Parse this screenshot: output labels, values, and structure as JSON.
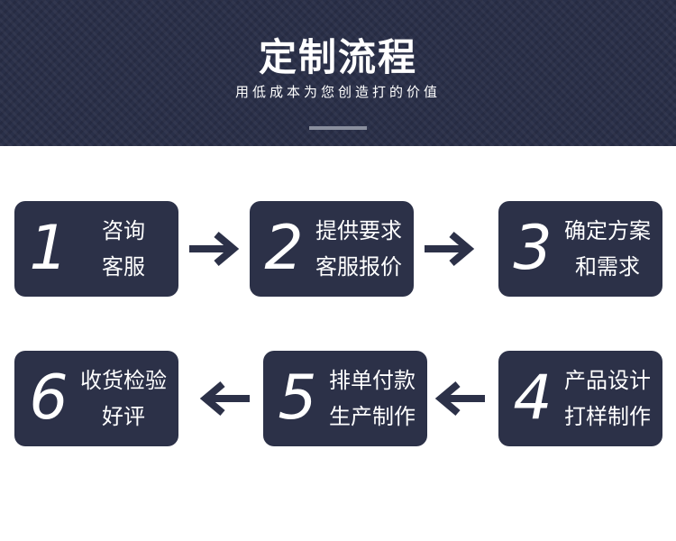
{
  "header": {
    "title": "定制流程",
    "subtitle": "用低成本为您创造打的价值"
  },
  "steps": [
    {
      "number": "1",
      "line1": "咨询",
      "line2": "客服"
    },
    {
      "number": "2",
      "line1": "提供要求",
      "line2": "客服报价"
    },
    {
      "number": "3",
      "line1": "确定方案",
      "line2": "和需求"
    },
    {
      "number": "4",
      "line1": "产品设计",
      "line2": "打样制作"
    },
    {
      "number": "5",
      "line1": "排单付款",
      "line2": "生产制作"
    },
    {
      "number": "6",
      "line1": "收货检验",
      "line2": "好评"
    }
  ],
  "colors": {
    "header_bg": "#2a3049",
    "card_bg": "#2c3148",
    "arrow": "#2c3148",
    "text": "#ffffff"
  },
  "icons": {
    "forward": "arrow-right-icon",
    "backward": "arrow-left-icon"
  }
}
